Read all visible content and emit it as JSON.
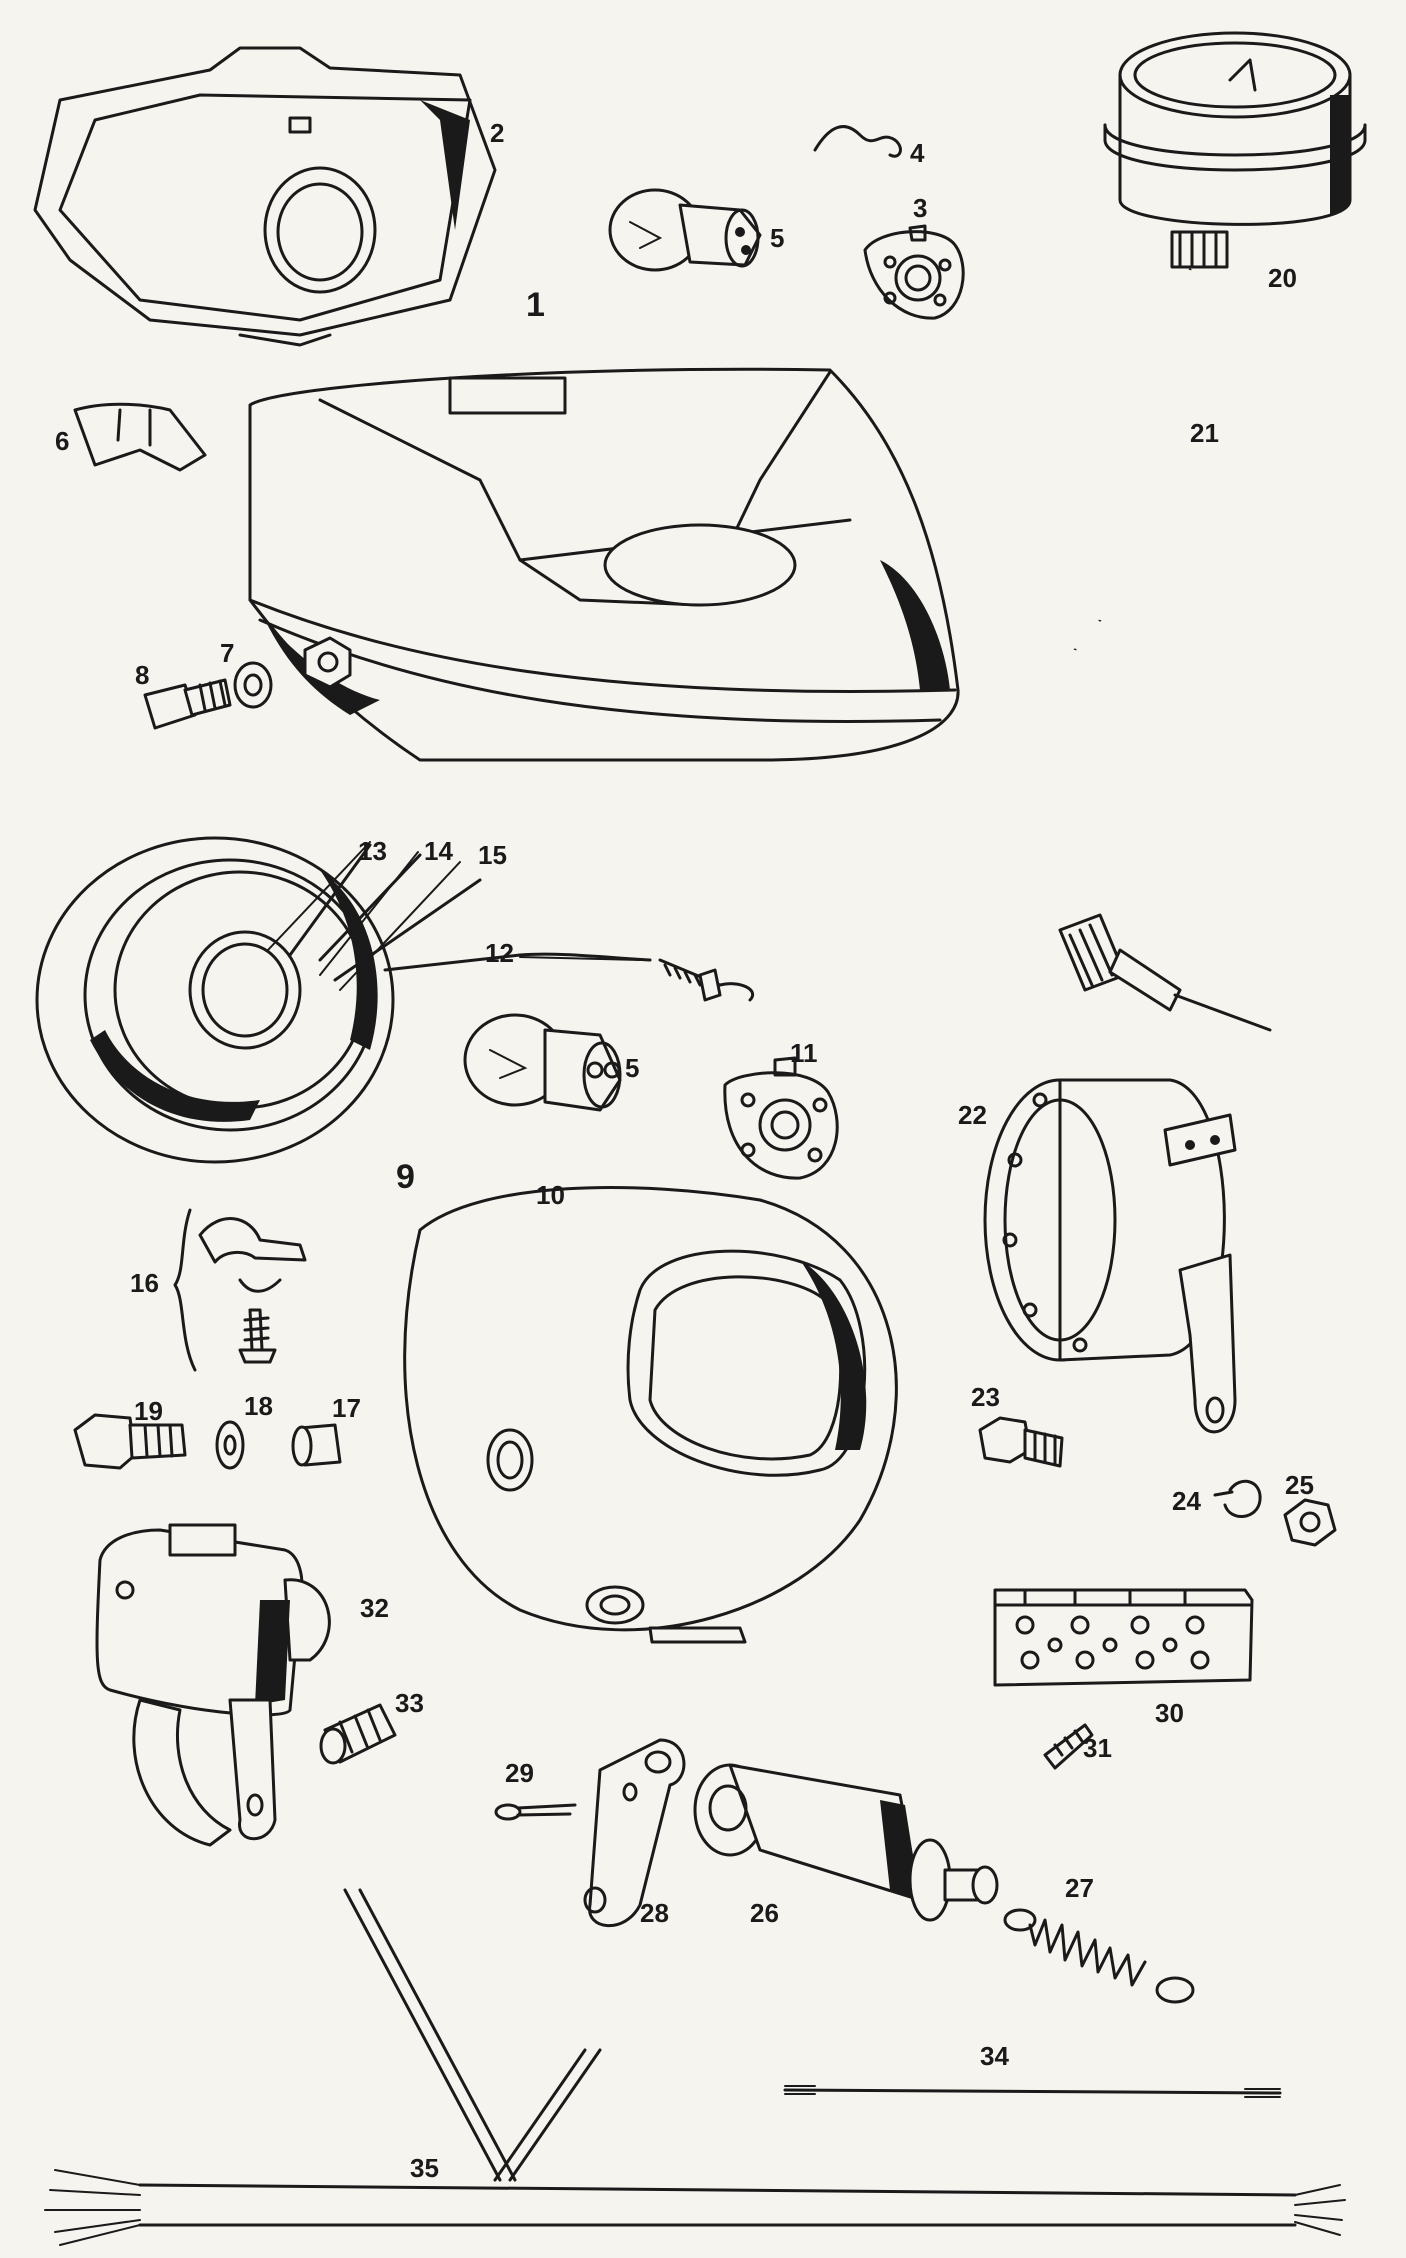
{
  "diagram": {
    "labels": {
      "n1": "1",
      "n2": "2",
      "n3": "3",
      "n4": "4",
      "n5a": "5",
      "n5b": "5",
      "n6": "6",
      "n7": "7",
      "n8": "8",
      "n9": "9",
      "n10": "10",
      "n11": "11",
      "n12": "12",
      "n13": "13",
      "n14": "14",
      "n15": "15",
      "n16": "16",
      "n17": "17",
      "n18": "18",
      "n19": "19",
      "n20": "20",
      "n21": "21",
      "n22": "22",
      "n23": "23",
      "n24": "24",
      "n25": "25",
      "n26": "26",
      "n27": "27",
      "n28": "28",
      "n29": "29",
      "n30": "30",
      "n31": "31",
      "n32": "32",
      "n33": "33",
      "n34": "34",
      "n35": "35"
    }
  }
}
